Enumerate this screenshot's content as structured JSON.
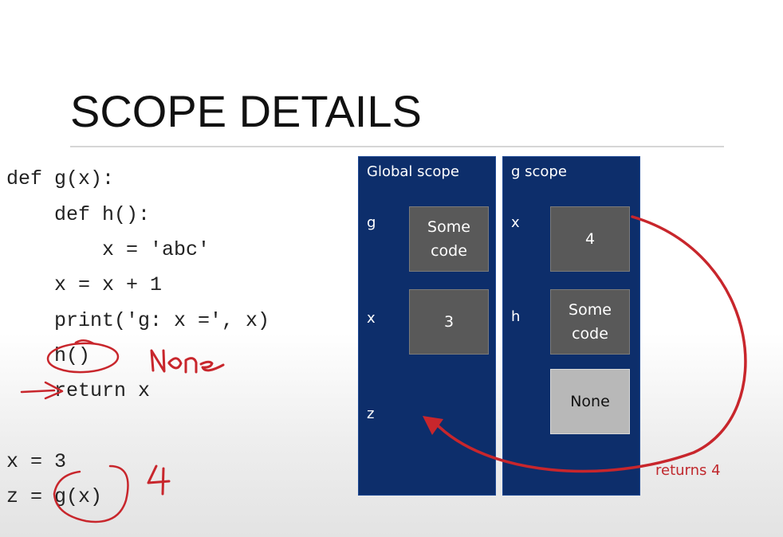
{
  "slide": {
    "title": "SCOPE DETAILS"
  },
  "code": {
    "lines": [
      "def g(x):",
      "    def h():",
      "        x = 'abc'",
      "    x = x + 1",
      "    print('g: x =', x)",
      "    h()",
      "    return x",
      "x = 3",
      "z = g(x)"
    ]
  },
  "global_scope": {
    "title": "Global scope",
    "vars": [
      {
        "name": "g",
        "value": "Some\ncode"
      },
      {
        "name": "x",
        "value": "3"
      },
      {
        "name": "z",
        "value": ""
      }
    ]
  },
  "g_scope": {
    "title": "g scope",
    "vars": [
      {
        "name": "x",
        "value": "4"
      },
      {
        "name": "h",
        "value": "Some\ncode"
      }
    ],
    "return_value": "None"
  },
  "annotations": {
    "returns_label": "returns 4",
    "handwritten_none": "None",
    "handwritten_four": "4"
  },
  "colors": {
    "panel_bg": "#0d2e6b",
    "box_dark": "#595959",
    "box_light": "#b8b8b8",
    "annotation_red": "#c0282d"
  }
}
